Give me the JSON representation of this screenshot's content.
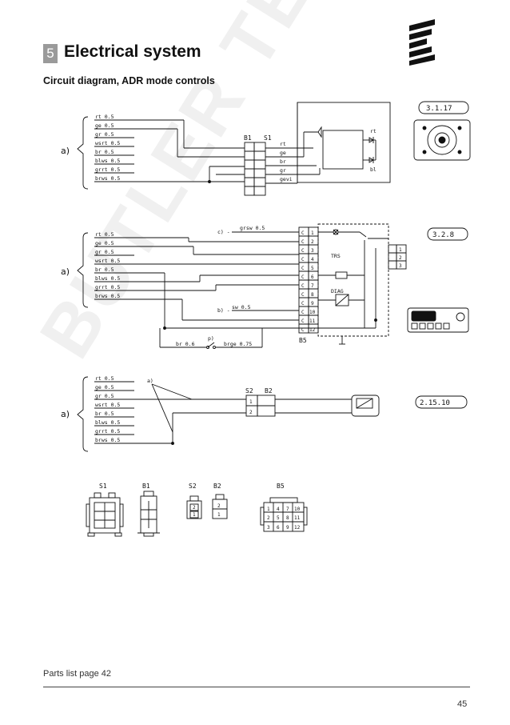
{
  "header": {
    "section_number": "5",
    "section_title": "Electrical system"
  },
  "subtitle": "Circuit diagram, ADR mode controls",
  "footer": {
    "parts_list": "Parts list page 42",
    "page_number": "45"
  },
  "watermark": "BUTLER TECHNIK",
  "brand_logo_icon": "stripe-e-logo-icon",
  "diagram1": {
    "group_label": "a)",
    "ref": "3.1.17",
    "wires": [
      "rt 0.5",
      "ge 0.5",
      "gr 0.5",
      "wsrt 0.5",
      "br 0.5",
      "blws 0.5",
      "grrt 0.5",
      "brws 0.5"
    ],
    "connector_b": "B1",
    "connector_s": "S1",
    "s1_wires": [
      "rt",
      "ge",
      "br",
      "gr",
      "gevi"
    ],
    "led_labels": [
      "rt",
      "bl"
    ]
  },
  "diagram2": {
    "group_label": "a)",
    "ref": "3.2.8",
    "wires": [
      "rt 0.5",
      "ge 0.5",
      "gr 0.5",
      "wsrt 0.5",
      "br 0.5",
      "blws 0.5",
      "grrt 0.5",
      "brws 0.5"
    ],
    "c_label": "c) -",
    "c_wire": "grsw 0.5",
    "b_label": "b) -",
    "b_wire": "sw 0.5",
    "connector": "B5",
    "trs_label": "TRS",
    "diag_label": "DIAG",
    "switch_label": "p)",
    "br_wire": "br 0.6",
    "brge_wire": "brge 0.75",
    "b5_pins": [
      "1",
      "2",
      "3",
      "4",
      "5",
      "6",
      "7",
      "8",
      "9",
      "10",
      "11",
      "12"
    ],
    "c_marks": [
      "C",
      "C",
      "C",
      "C",
      "C",
      "C",
      "C",
      "C",
      "C",
      "C",
      "C",
      "C"
    ],
    "right_pins": [
      "1",
      "2",
      "3"
    ]
  },
  "diagram3": {
    "group_label": "a)",
    "ref": "2.15.10",
    "wires": [
      "rt 0.5",
      "ge 0.5",
      "gr 0.5",
      "wsrt 0.5",
      "br 0.5",
      "blws 0.5",
      "grrt 0.5",
      "brws 0.5"
    ],
    "note": "a)",
    "connector_s": "S2",
    "connector_b": "B2",
    "pins": [
      "1",
      "2"
    ]
  },
  "connectors": {
    "labels": [
      "S1",
      "B1",
      "S2",
      "B2",
      "B5"
    ],
    "b5_grid": [
      [
        "1",
        "4",
        "7",
        "10"
      ],
      [
        "2",
        "5",
        "8",
        "11"
      ],
      [
        "3",
        "6",
        "9",
        "12"
      ]
    ],
    "s2_pins": [
      "2",
      "1"
    ],
    "b2_pins": [
      "2",
      "1"
    ]
  }
}
